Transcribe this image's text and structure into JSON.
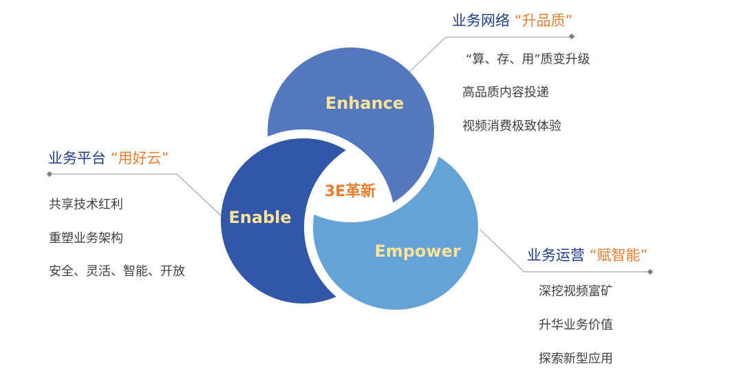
{
  "colors": {
    "enhance": "#5478bb",
    "enable": "#3357a8",
    "empower": "#65a2d6",
    "petal_label": "#fbe39a",
    "center_label": "#ed7d31",
    "heading": "#1f3d8a",
    "heading_accent": "#ed7d31",
    "item_text": "#404040",
    "connector": "#a6a6a6"
  },
  "center": {
    "label": "3E革新"
  },
  "petals": {
    "enhance": {
      "label": "Enhance"
    },
    "enable": {
      "label": "Enable"
    },
    "empower": {
      "label": "Empower"
    }
  },
  "sections": {
    "network": {
      "heading": "业务网络",
      "accent": "“升品质”",
      "items": [
        "“算、存、用”质变升级",
        "高品质内容投递",
        "视频消费极致体验"
      ]
    },
    "platform": {
      "heading": "业务平台",
      "accent": "“用好云”",
      "items": [
        "共享技术红利",
        "重塑业务架构",
        "安全、灵活、智能、开放"
      ]
    },
    "operations": {
      "heading": "业务运营",
      "accent": "“赋智能”",
      "items": [
        "深挖视频富矿",
        "升华业务价值",
        "探索新型应用"
      ]
    }
  }
}
